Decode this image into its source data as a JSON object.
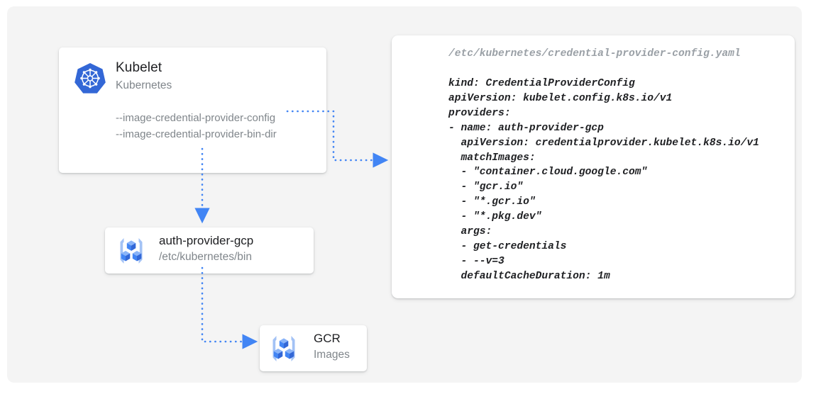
{
  "canvas": {
    "background_color": "#f4f4f4",
    "page_background": "#ffffff"
  },
  "theme": {
    "accent_blue": "#4285f4",
    "icon_blue": "#3367d6",
    "text_primary": "#202124",
    "text_secondary": "#80868b",
    "connector_blue": "#4285f4"
  },
  "nodes": {
    "kubelet": {
      "icon": "kubernetes-logo-icon",
      "title": "Kubelet",
      "subtitle": "Kubernetes",
      "flags": [
        "--image-credential-provider-config",
        "--image-credential-provider-bin-dir"
      ]
    },
    "auth_provider": {
      "icon": "container-registry-icon",
      "title": "auth-provider-gcp",
      "subtitle": "/etc/kubernetes/bin"
    },
    "gcr": {
      "icon": "container-registry-icon",
      "title": "GCR",
      "subtitle": "Images"
    }
  },
  "code_block": {
    "path": "/etc/kubernetes/credential-provider-config.yaml",
    "lines": [
      "kind: CredentialProviderConfig",
      "apiVersion: kubelet.config.k8s.io/v1",
      "providers:",
      "- name: auth-provider-gcp",
      "  apiVersion: credentialprovider.kubelet.k8s.io/v1",
      "  matchImages:",
      "  - \"container.cloud.google.com\"",
      "  - \"gcr.io\"",
      "  - \"*.gcr.io\"",
      "  - \"*.pkg.dev\"",
      "  args:",
      "  - get-credentials",
      "  - --v=3",
      "  defaultCacheDuration: 1m"
    ],
    "text": "kind: CredentialProviderConfig\napiVersion: kubelet.config.k8s.io/v1\nproviders:\n- name: auth-provider-gcp\n  apiVersion: credentialprovider.kubelet.k8s.io/v1\n  matchImages:\n  - \"container.cloud.google.com\"\n  - \"gcr.io\"\n  - \"*.gcr.io\"\n  - \"*.pkg.dev\"\n  args:\n  - get-credentials\n  - --v=3\n  defaultCacheDuration: 1m"
  },
  "connectors": [
    {
      "name": "kubelet-to-config",
      "from": "kubelet",
      "to": "code_block",
      "style": "dotted",
      "arrow": "right"
    },
    {
      "name": "kubelet-to-auth-provider",
      "from": "kubelet",
      "to": "auth_provider",
      "style": "dotted",
      "arrow": "down"
    },
    {
      "name": "auth-provider-to-gcr",
      "from": "auth_provider",
      "to": "gcr",
      "style": "dotted",
      "arrow": "right"
    }
  ]
}
